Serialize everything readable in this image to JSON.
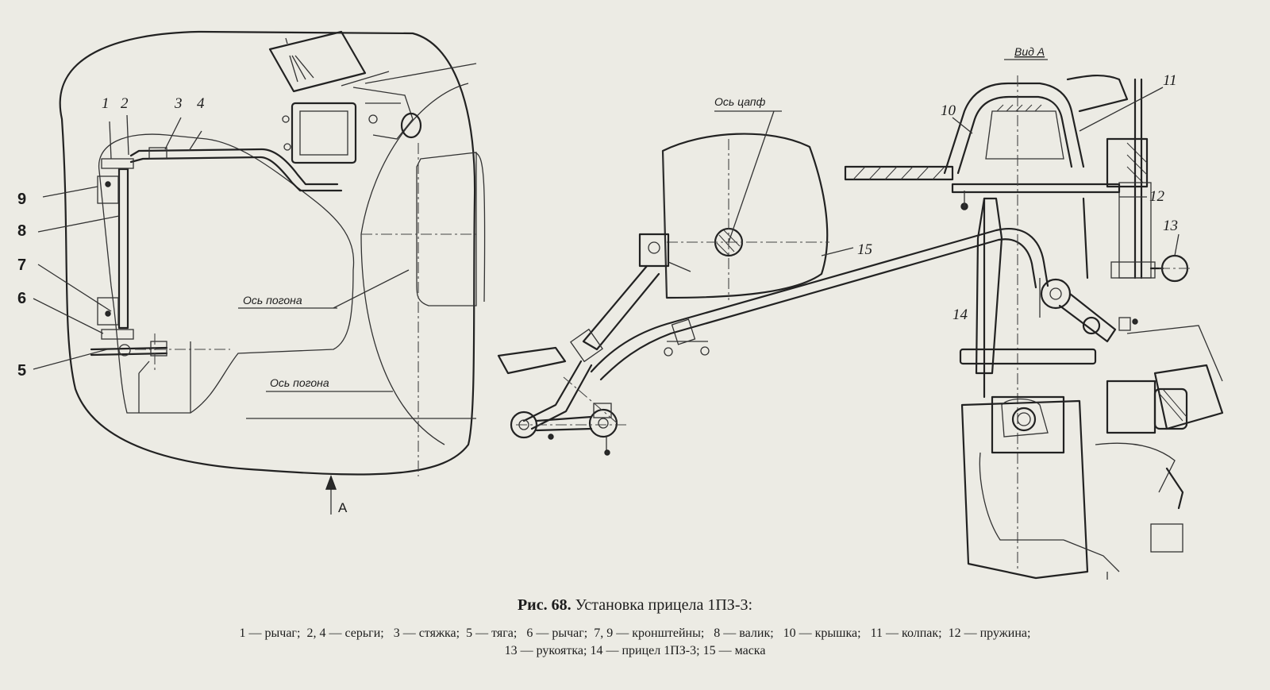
{
  "figure": {
    "fig_label": "Рис. 68.",
    "title": "Установка прицела 1ПЗ-3:",
    "legend_line1": "1 — рычаг;  2, 4 — серьги;   3 — стяжка;  5 — тяга;   6 — рычаг;  7, 9 — кронштейны;   8 — валик;   10 — крышка;   11 — колпак;  12 — пружина;",
    "legend_line2": "13 — рукоятка;  14 — прицел 1ПЗ-3;  15 — маска"
  },
  "labels": {
    "n1": "1",
    "n2": "2",
    "n3": "3",
    "n4": "4",
    "n5": "5",
    "n6": "6",
    "n7": "7",
    "n8": "8",
    "n9": "9",
    "n10": "10",
    "n11": "11",
    "n12": "12",
    "n13": "13",
    "n14": "14",
    "n15": "15",
    "axis_pogona": "Ось погона",
    "axis_tsapf": "Ось цапф",
    "view_a": "Вид А",
    "arrow_a": "А"
  },
  "colors": {
    "paper": "#ecebe4",
    "ink": "#222222"
  }
}
